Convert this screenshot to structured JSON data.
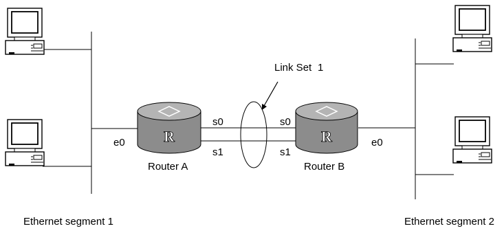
{
  "labels": {
    "link_set": "Link Set",
    "link_set_num": "1",
    "router_a": "Router A",
    "router_b": "Router B",
    "router_letter": "R",
    "iface_s0": "s0",
    "iface_s1": "s1",
    "iface_e0": "e0",
    "segment_1": "Ethernet segment 1",
    "segment_2": "Ethernet segment 2"
  },
  "colors": {
    "router_body": "#8c8c8c",
    "router_top": "#b4b4b4",
    "line": "#000000"
  }
}
